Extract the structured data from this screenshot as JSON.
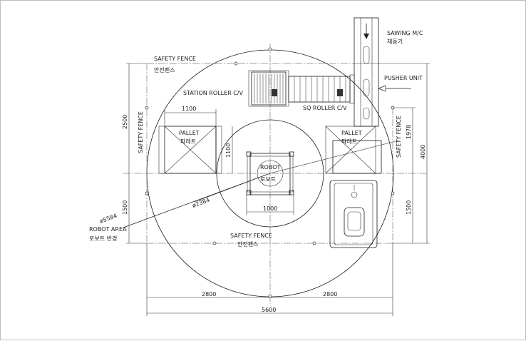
{
  "labels": {
    "safety_fence_top_en": "SAFETY FENCE",
    "safety_fence_top_ko": "안전펜스",
    "safety_fence_left": "SAFETY FENCE",
    "safety_fence_right": "SAFETY FENCE",
    "safety_fence_bottom_en": "SAFETY FENCE",
    "safety_fence_bottom_ko": "안전펜스",
    "station_roller": "STATION ROLLER C/V",
    "sq_roller": "SQ ROLLER C/V",
    "sawing_mc_en": "SAWING M/C",
    "sawing_mc_ko": "재동기",
    "pusher_unit": "PUSHER UNIT",
    "pallet_left_en": "PALLET",
    "pallet_left_ko": "파레트",
    "pallet_right_en": "PALLET",
    "pallet_right_ko": "파레트",
    "robot_en": "ROBOT",
    "robot_ko": "로보트",
    "robot_area_en": "ROBOT AREA",
    "robot_area_ko": "로보트 반경"
  },
  "dimensions": {
    "pallet_width": "1100",
    "pallet_depth": "1100",
    "robot_base": "1000",
    "inner_radius": "ø2384",
    "outer_radius": "ø5584",
    "half_left": "2800",
    "half_right": "2800",
    "total_width": "5600",
    "left_top_height": "2500",
    "left_bottom_height": "1500",
    "right_pallet_height": "1978",
    "right_total_height": "4000",
    "right_bottom_height": "1500"
  }
}
